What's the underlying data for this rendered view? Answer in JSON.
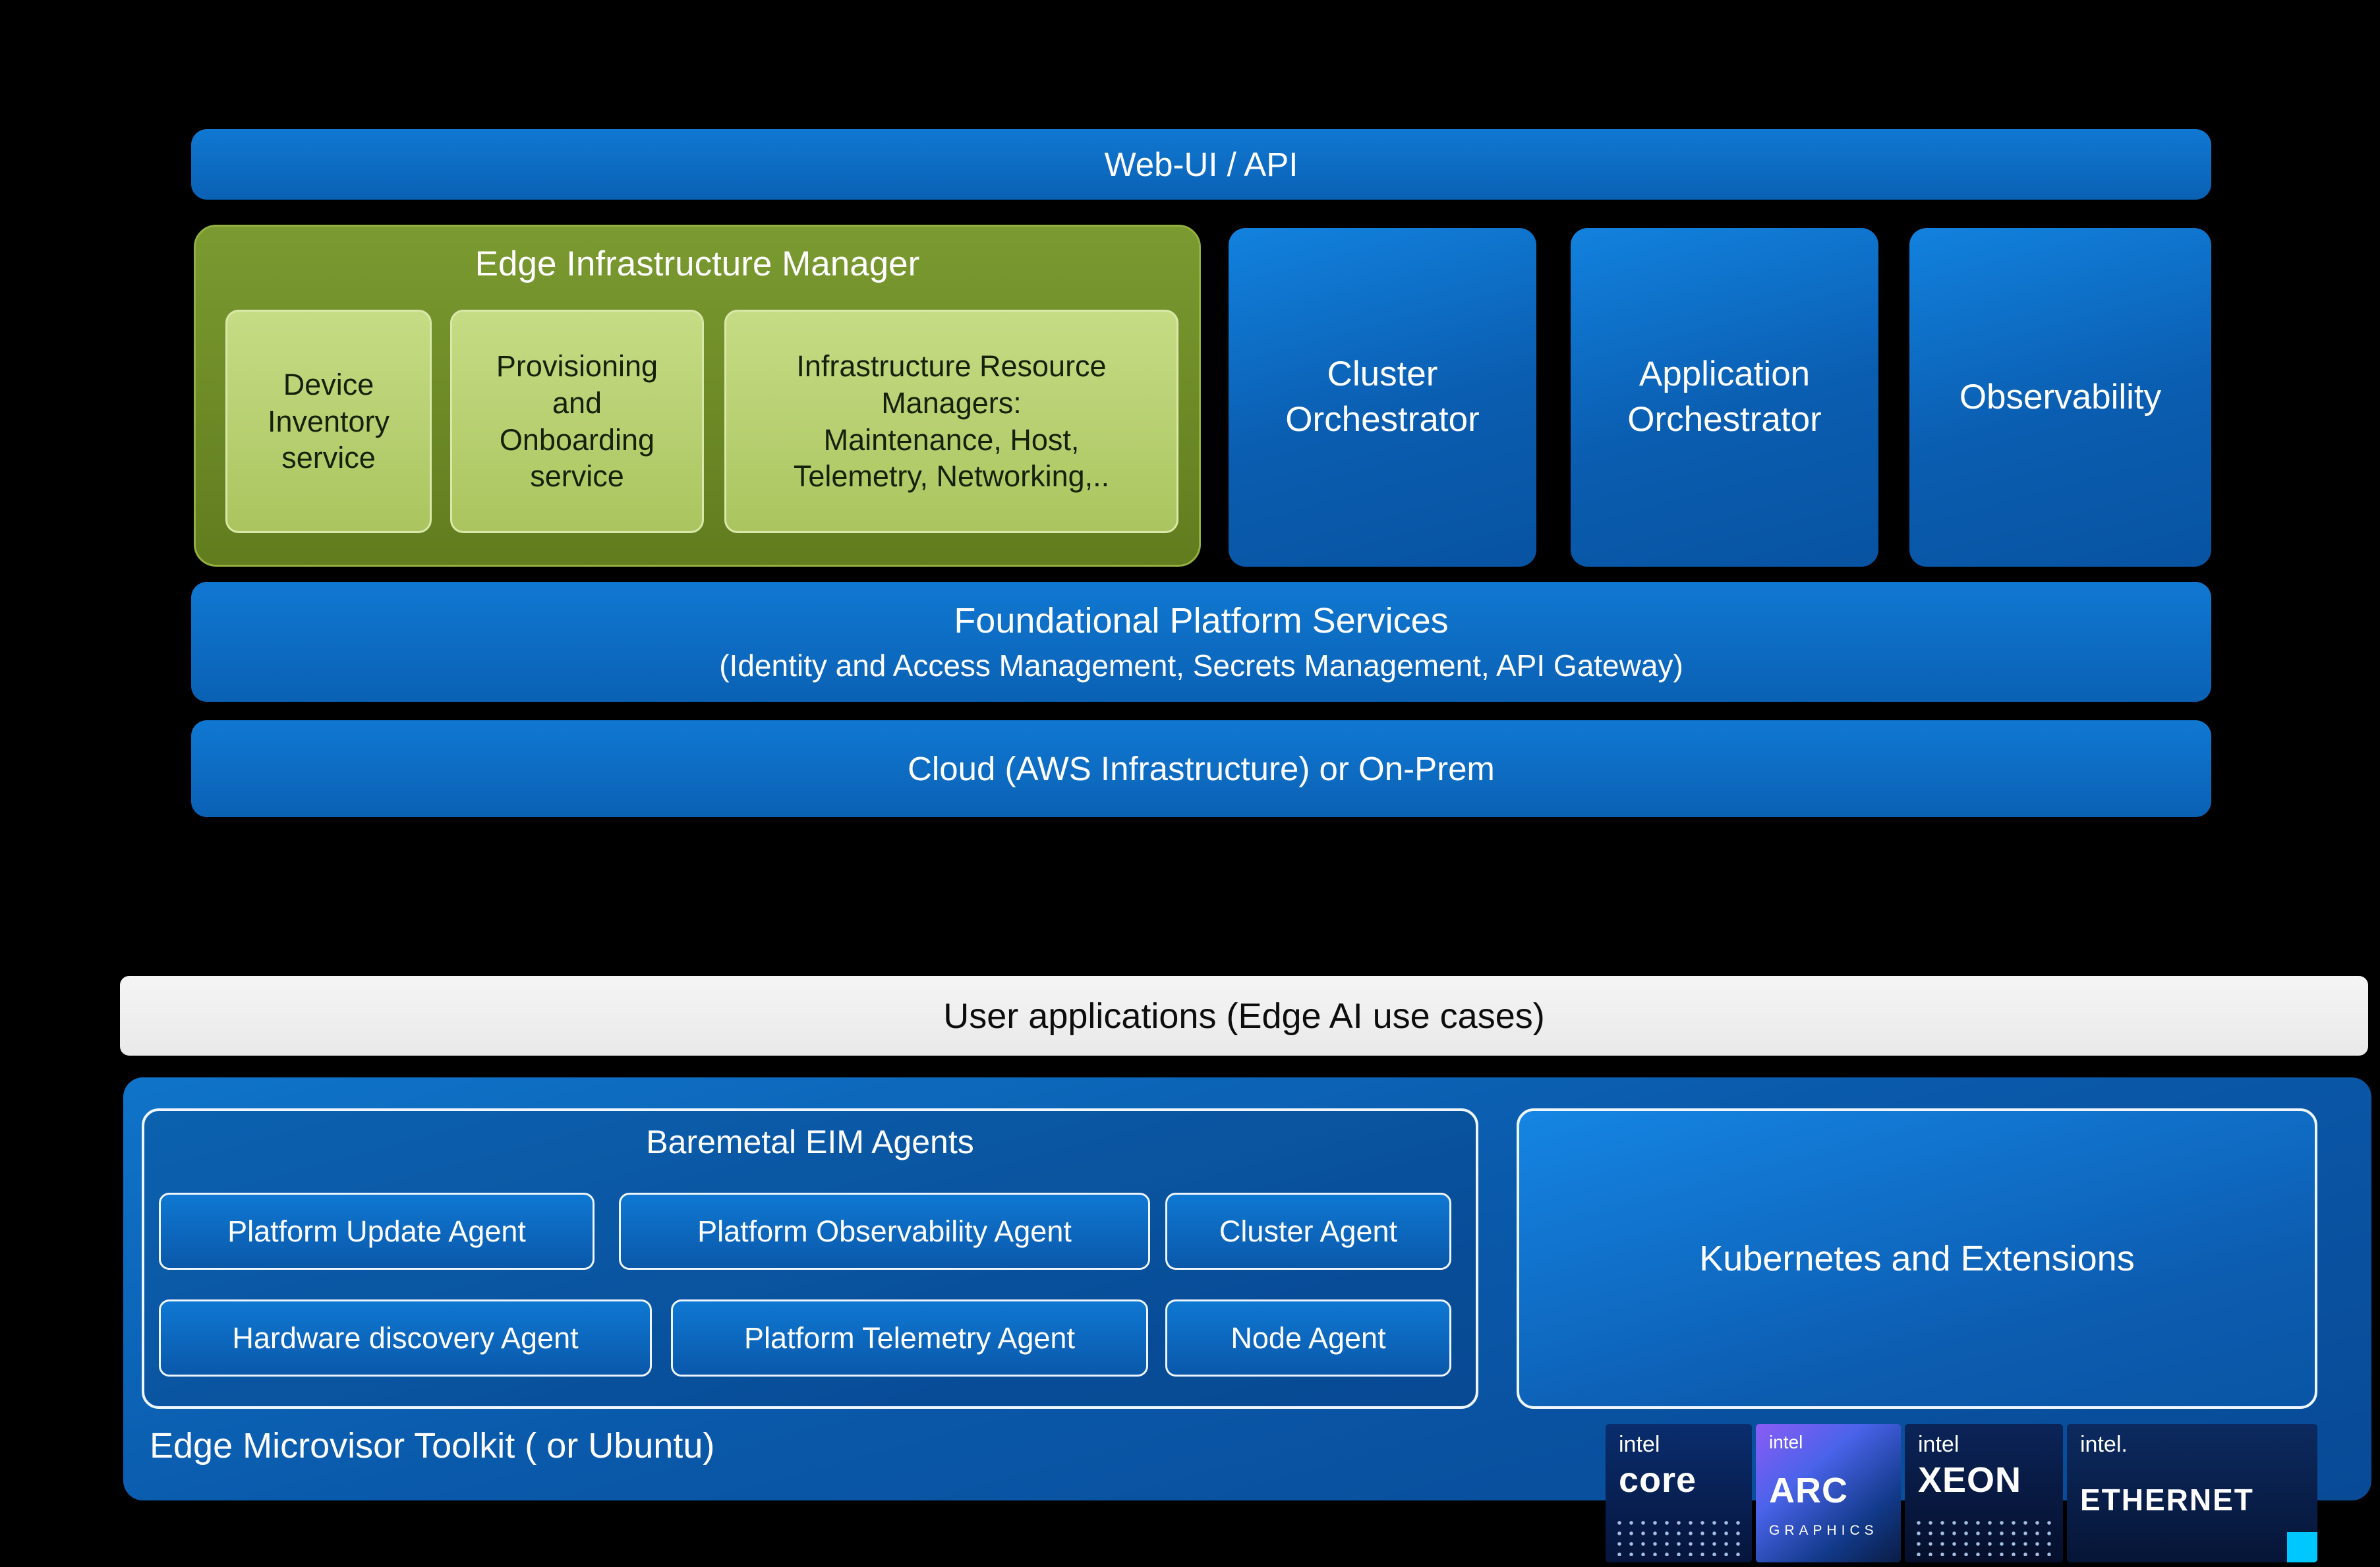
{
  "top": {
    "web_ui_api": "Web-UI / API",
    "eim": {
      "title": "Edge Infrastructure Manager",
      "device": {
        "lines": [
          "Device",
          "Inventory",
          "service"
        ]
      },
      "provisioning": {
        "lines": [
          "Provisioning",
          "and",
          "Onboarding",
          "service"
        ]
      },
      "irm": {
        "lines": [
          "Infrastructure  Resource",
          "Managers:",
          "Maintenance, Host,",
          "Telemetry, Networking,.."
        ]
      }
    },
    "cluster_orchestrator": "Cluster Orchestrator",
    "application_orchestrator": "Application Orchestrator",
    "observability": "Observability",
    "foundational": {
      "title": "Foundational Platform Services",
      "subtitle": "(Identity and Access Management, Secrets Management, API Gateway)"
    },
    "cloud": "Cloud (AWS Infrastructure) or On-Prem"
  },
  "bottom": {
    "user_apps": "User applications (Edge AI use cases)",
    "baremetal": {
      "title": "Baremetal EIM Agents",
      "agents": [
        "Platform Update Agent",
        "Platform Observability  Agent",
        "Cluster Agent",
        "Hardware discovery Agent",
        "Platform Telemetry  Agent",
        "Node Agent"
      ]
    },
    "kubernetes": "Kubernetes and Extensions",
    "edge_microvisor": "Edge Microvisor Toolkit  ( or Ubuntu)",
    "logos": {
      "core": {
        "brand": "intel",
        "name": "core"
      },
      "arc": {
        "brand": "intel",
        "name": "ARC",
        "sub": "GRAPHICS"
      },
      "xeon": {
        "brand": "intel",
        "name": "XEON"
      },
      "ethernet": {
        "brand": "intel.",
        "name": "ETHERNET"
      }
    }
  },
  "colors": {
    "intel_blue": "#0068b5",
    "green_dark": "#6a8a28",
    "green_light": "#b7d06e",
    "cyan_accent": "#00c7fd",
    "background": "#000000"
  }
}
